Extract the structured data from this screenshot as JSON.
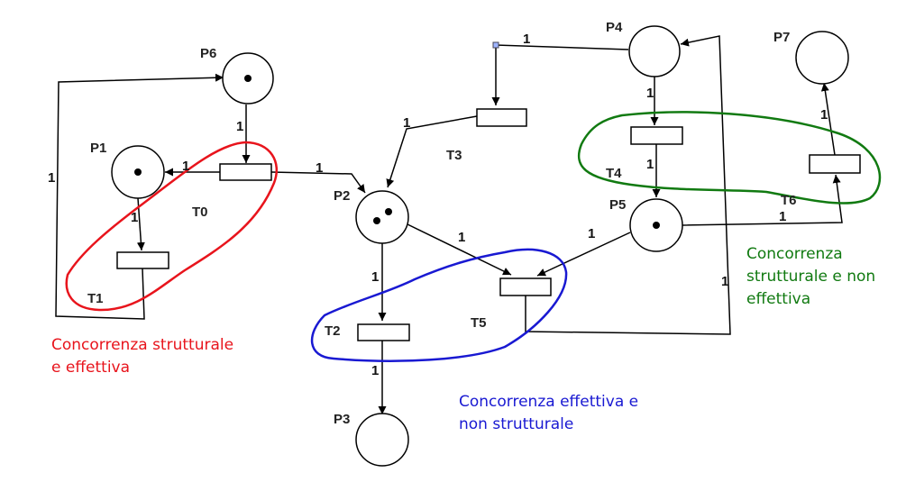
{
  "places": [
    {
      "id": "p6",
      "label": "P6",
      "tokens": 1
    },
    {
      "id": "p1",
      "label": "P1",
      "tokens": 1
    },
    {
      "id": "p2",
      "label": "P2",
      "tokens": 2
    },
    {
      "id": "p3",
      "label": "P3",
      "tokens": 0
    },
    {
      "id": "p4",
      "label": "P4",
      "tokens": 0
    },
    {
      "id": "p5",
      "label": "P5",
      "tokens": 1
    },
    {
      "id": "p7",
      "label": "P7",
      "tokens": 0
    }
  ],
  "transitions": [
    {
      "id": "t0",
      "label": "T0"
    },
    {
      "id": "t1",
      "label": "T1"
    },
    {
      "id": "t2",
      "label": "T2"
    },
    {
      "id": "t3",
      "label": "T3"
    },
    {
      "id": "t4",
      "label": "T4"
    },
    {
      "id": "t5",
      "label": "T5"
    },
    {
      "id": "t6",
      "label": "T6"
    }
  ],
  "arc_weights": {
    "p4_t3": "1",
    "p6_t0": "1",
    "t0_p1": "1",
    "t0_p2": "1",
    "t1_p6": "1",
    "p1_t1": "1",
    "t3_p2": "1",
    "p2_t2": "1",
    "p2_t5": "1",
    "t2_p3": "1",
    "p4_t4": "1",
    "t4_p5": "1",
    "p5_t5": "1",
    "t5_p4": "1",
    "t6_p7": "1",
    "p5_t6": "1"
  },
  "annotations": {
    "red": {
      "text": "Concorrenza strutturale\ne effettiva",
      "color": "#e8141c"
    },
    "blue": {
      "text": "Concorrenza effettiva e\nnon strutturale",
      "color": "#1919d2"
    },
    "green": {
      "text": "Concorrenza\nstrutturale e non\neffettiva",
      "color": "#117a11"
    }
  }
}
